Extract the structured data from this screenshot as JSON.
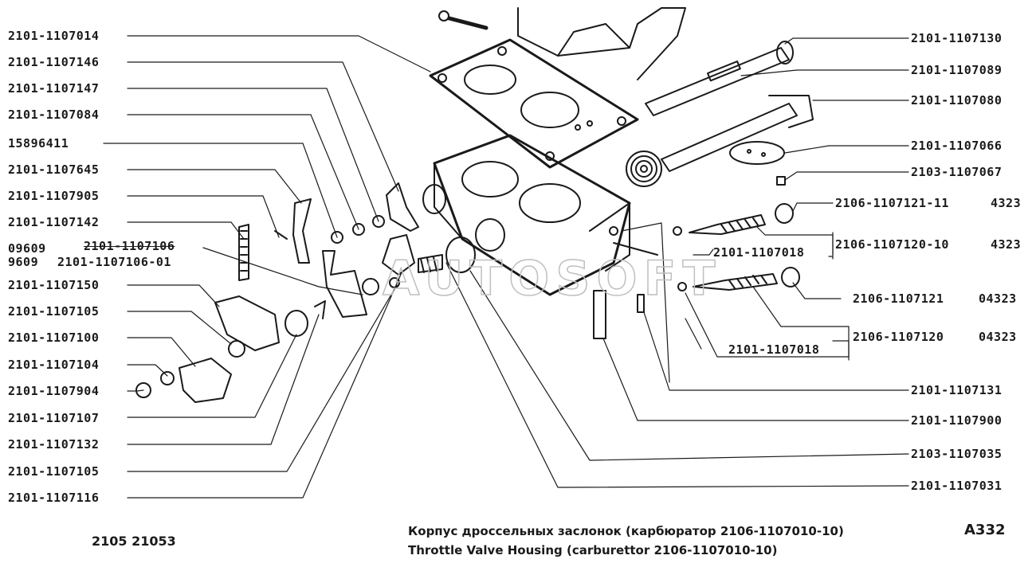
{
  "left_labels": [
    "2101-1107014",
    "2101-1107146",
    "2101-1107147",
    "2101-1107084",
    "15896411",
    "2101-1107645",
    "2101-1107905",
    "2101-1107142",
    "09609",
    "9609",
    "2101-1107150",
    "2101-1107105",
    "2101-1107100",
    "2101-1107104",
    "2101-1107904",
    "2101-1107107",
    "2101-1107132",
    "2101-1107105",
    "2101-1107116"
  ],
  "left_extra": {
    "top": "2101-1107106",
    "bottom": "2101-1107106-01"
  },
  "right_labels": [
    "2101-1107130",
    "2101-1107089",
    "2101-1107080",
    "2101-1107066",
    "2103-1107067",
    "2106-1107121-11",
    "2106-1107120-10",
    "2106-1107121",
    "2106-1107120",
    "2101-1107131",
    "2101-1107900",
    "2103-1107035",
    "2101-1107031"
  ],
  "right_codes": [
    "4323",
    "4323",
    "04323",
    "04323"
  ],
  "inner_labels": [
    "2101-1107018",
    "2101-1107018"
  ],
  "footer": {
    "models": "2105 21053",
    "title_ru": "Корпус дроссельных заслонок (карбюратор 2106-1107010-10)",
    "title_en": "Throttle Valve Housing (carburettor 2106-1107010-10)",
    "sheet": "A332"
  },
  "watermark": "AUTOSOFT"
}
